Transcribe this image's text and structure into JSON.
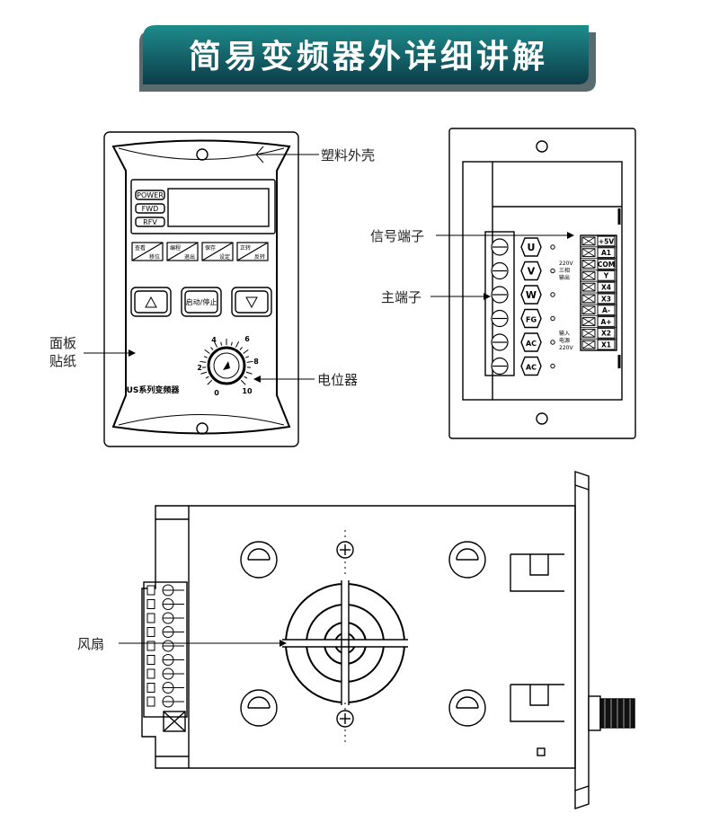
{
  "banner": {
    "title": "简易变频器外详细讲解",
    "colors": {
      "top": "#1e8c8c",
      "bottom": "#0c3d4a",
      "shadow": "#5a6b70"
    }
  },
  "front_panel": {
    "indicators": [
      "POWER",
      "FWD",
      "RFV"
    ],
    "buttons": [
      {
        "top": "查看",
        "bottom": "移位"
      },
      {
        "top": "编程",
        "bottom": "退出"
      },
      {
        "top": "保存",
        "bottom": "设定"
      },
      {
        "top": "正转",
        "bottom": "反转"
      }
    ],
    "start_stop_label": "启动/停止",
    "model_label": "US系列变频器",
    "dial_ticks": [
      "0",
      "2",
      "4",
      "6",
      "8",
      "10"
    ],
    "callouts": {
      "shell": "塑料外壳",
      "sticker_line1": "面板",
      "sticker_line2": "贴纸",
      "potentiometer": "电位器"
    }
  },
  "rear_panel": {
    "main_terminals": [
      "U",
      "V",
      "W",
      "FG",
      "AC",
      "AC"
    ],
    "main_notes": {
      "output_line1": "220V",
      "output_line2": "三相",
      "output_line3": "输出",
      "input_line1": "输入",
      "input_line2": "电源",
      "input_line3": "220V"
    },
    "signal_terminals": [
      "+5V",
      "A1",
      "COM",
      "Y",
      "X4",
      "X3",
      "A-",
      "A+",
      "X2",
      "X1"
    ],
    "callouts": {
      "signal": "信号端子",
      "main": "主端子"
    }
  },
  "side_view": {
    "callouts": {
      "fan": "风扇"
    }
  }
}
